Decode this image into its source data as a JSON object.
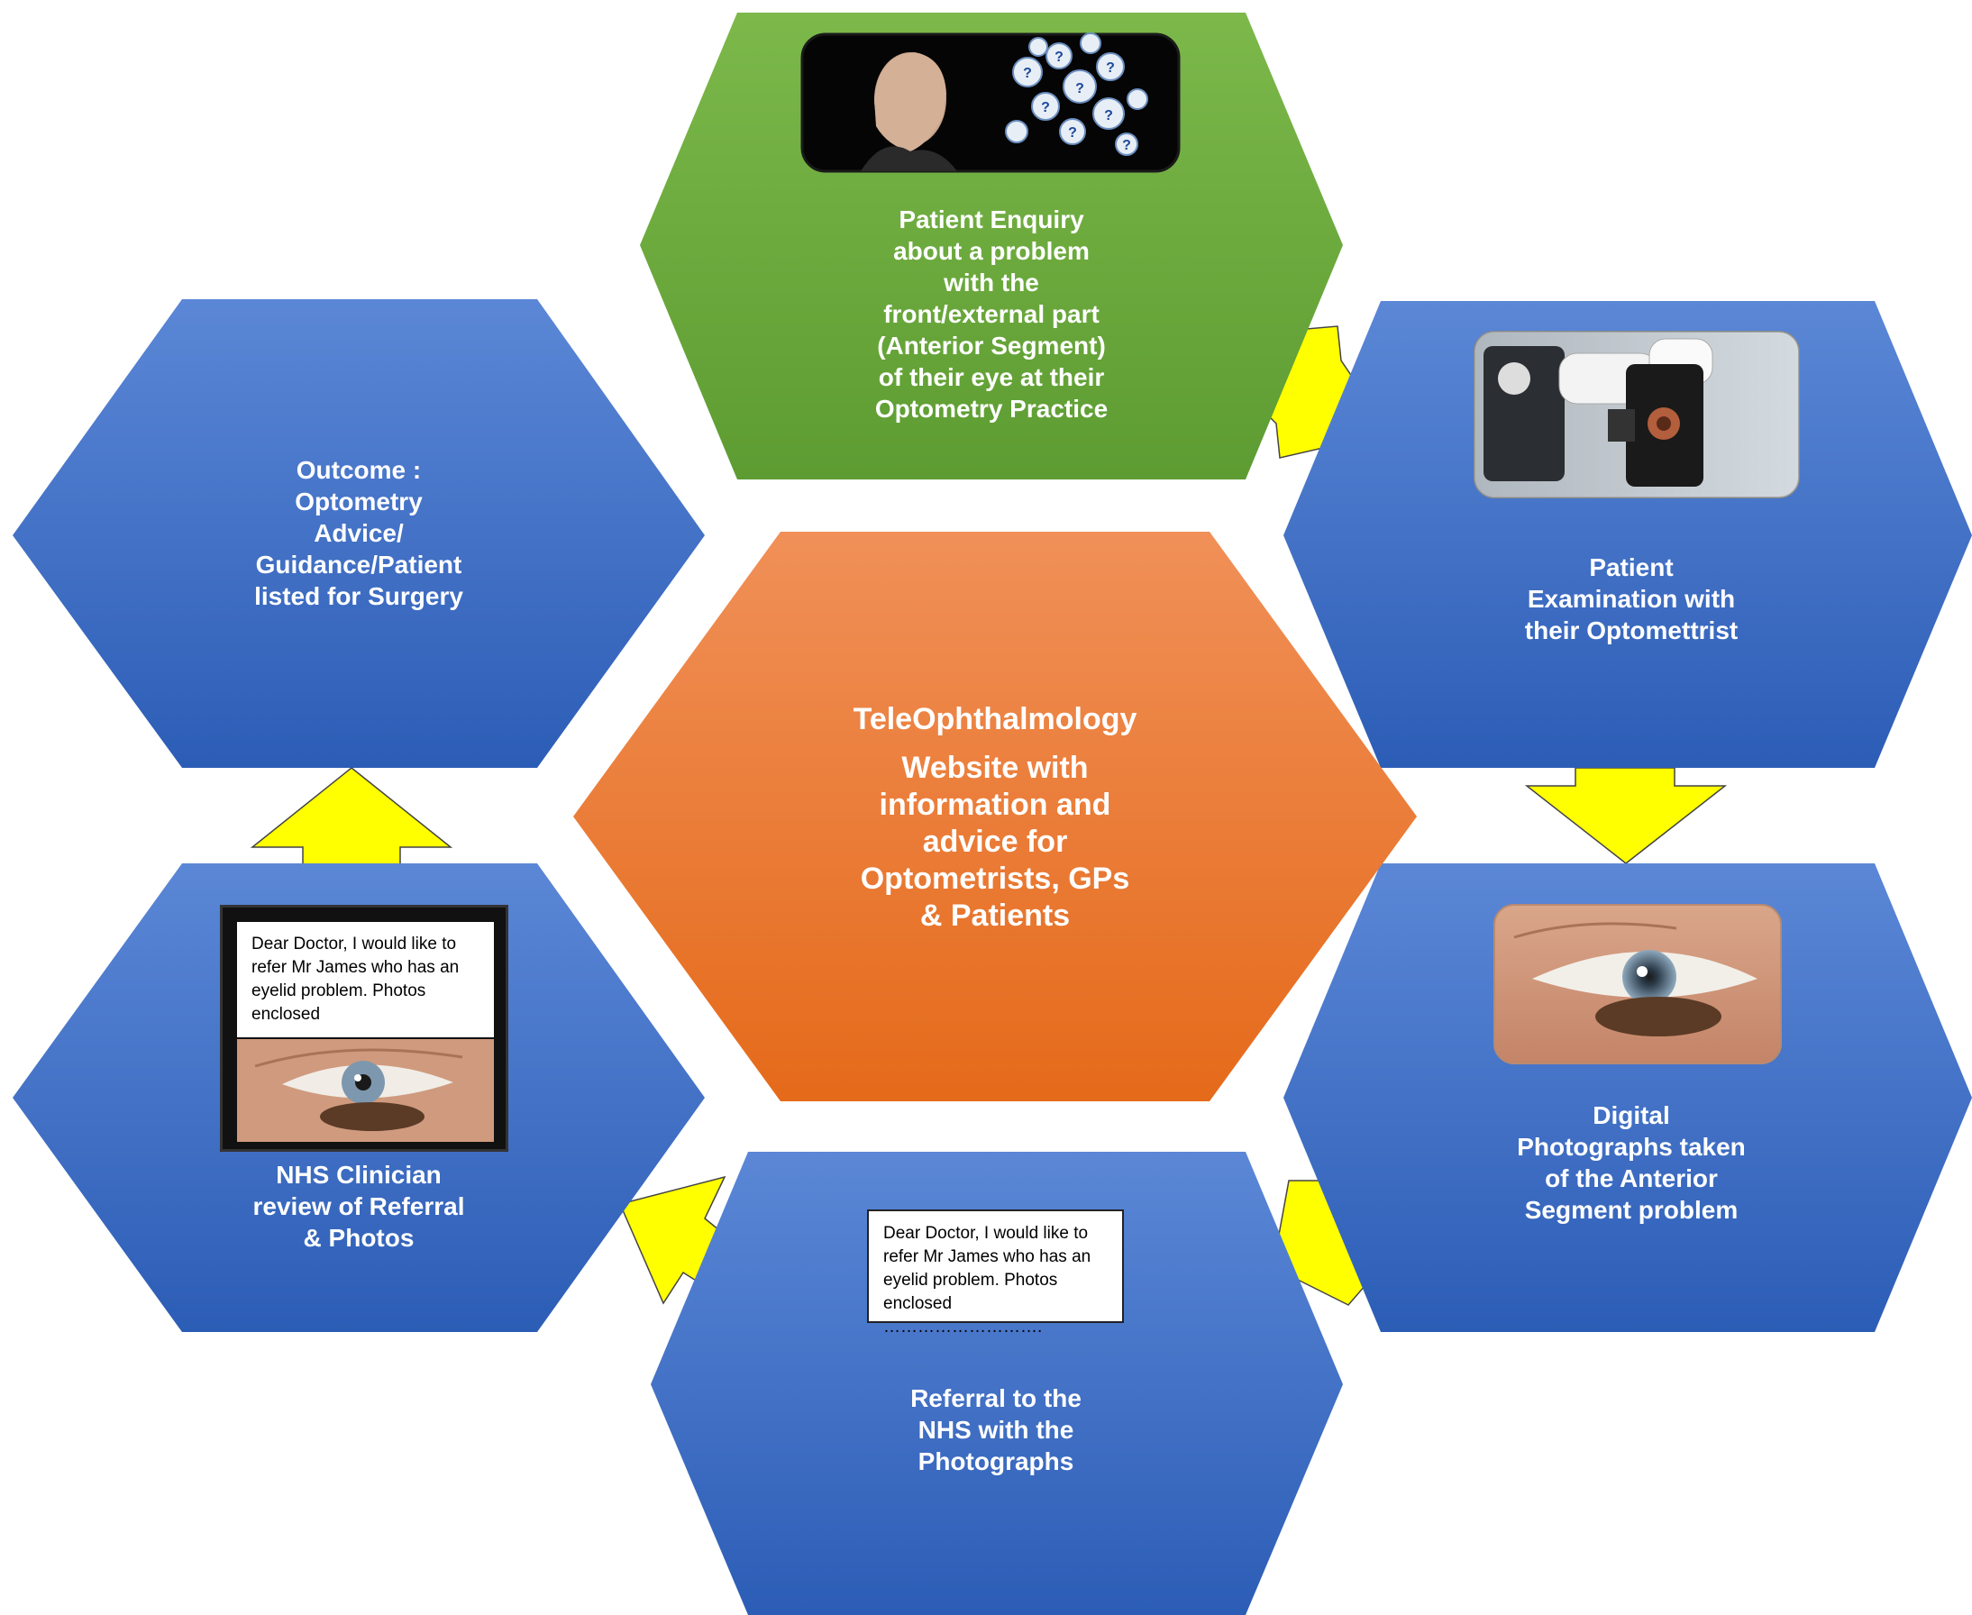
{
  "center": {
    "title": "TeleOphthalmology",
    "body": "Website with\ninformation and\nadvice for\nOptometrists, GPs\n& Patients"
  },
  "steps": {
    "enquiry": "Patient Enquiry\nabout a problem\nwith the\nfront/external part\n(Anterior Segment)\nof their eye at their\nOptometry Practice",
    "examination": "Patient\nExamination with\ntheir  Optomettrist",
    "photographs": "Digital\nPhotographs taken\nof the  Anterior\nSegment problem",
    "referral": "Referral to the\nNHS with the\nPhotographs",
    "review": "NHS Clinician\nreview of Referral\n& Photos",
    "outcome": "Outcome :\nOptometry\nAdvice/\nGuidance/Patient\nlisted for Surgery"
  },
  "referral_letter": "Dear Doctor, I would like to refer Mr James who has an eyelid problem. Photos enclosed ……………………….",
  "review_letter": "Dear Doctor, I would like to refer Mr James who has an eyelid problem. Photos enclosed ……………………….",
  "colors": {
    "blue_top": "#5b87d6",
    "blue_bottom": "#2e5fb8",
    "green_top": "#7ab648",
    "green_bottom": "#5a9a30",
    "orange_top": "#f0905a",
    "orange_bottom": "#e8701e",
    "arrow": "#ffff00"
  }
}
